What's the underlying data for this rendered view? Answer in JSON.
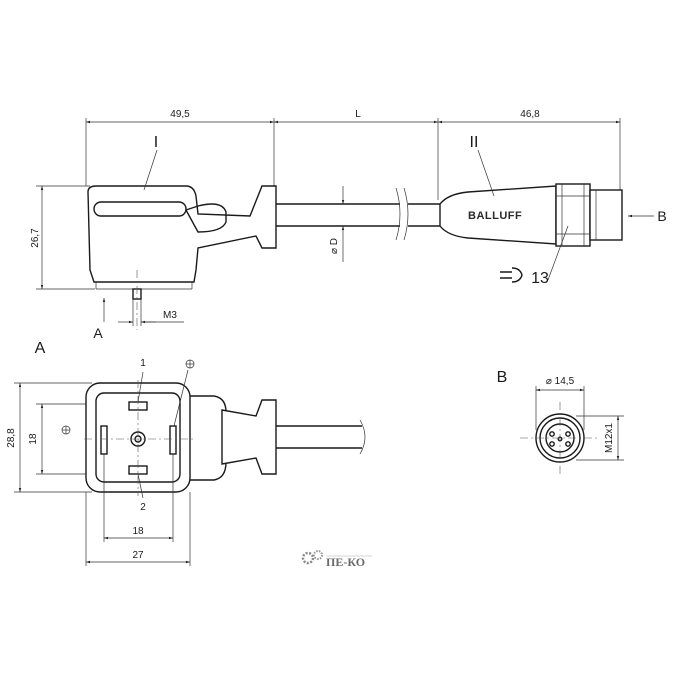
{
  "top_view": {
    "dim_width_1": "49,5",
    "dim_length": "L",
    "dim_width_2": "46,8",
    "dim_height": "26,7",
    "dim_diameter": "D",
    "dim_thread": "M3",
    "label_part_1": "I",
    "label_part_2": "II",
    "label_view_a": "A",
    "label_view_b": "B",
    "label_wrench": "13",
    "brand": "BALLUFF"
  },
  "view_a": {
    "title": "A",
    "dim_height_outer": "28,8",
    "dim_height_inner": "18",
    "dim_width_inner": "18",
    "dim_width_outer": "27",
    "pin_1": "1",
    "pin_2": "2"
  },
  "view_b": {
    "title": "B",
    "dim_diameter": "14,5",
    "dim_thread": "M12x1"
  },
  "logo": {
    "name": "ПЕ-КО"
  }
}
